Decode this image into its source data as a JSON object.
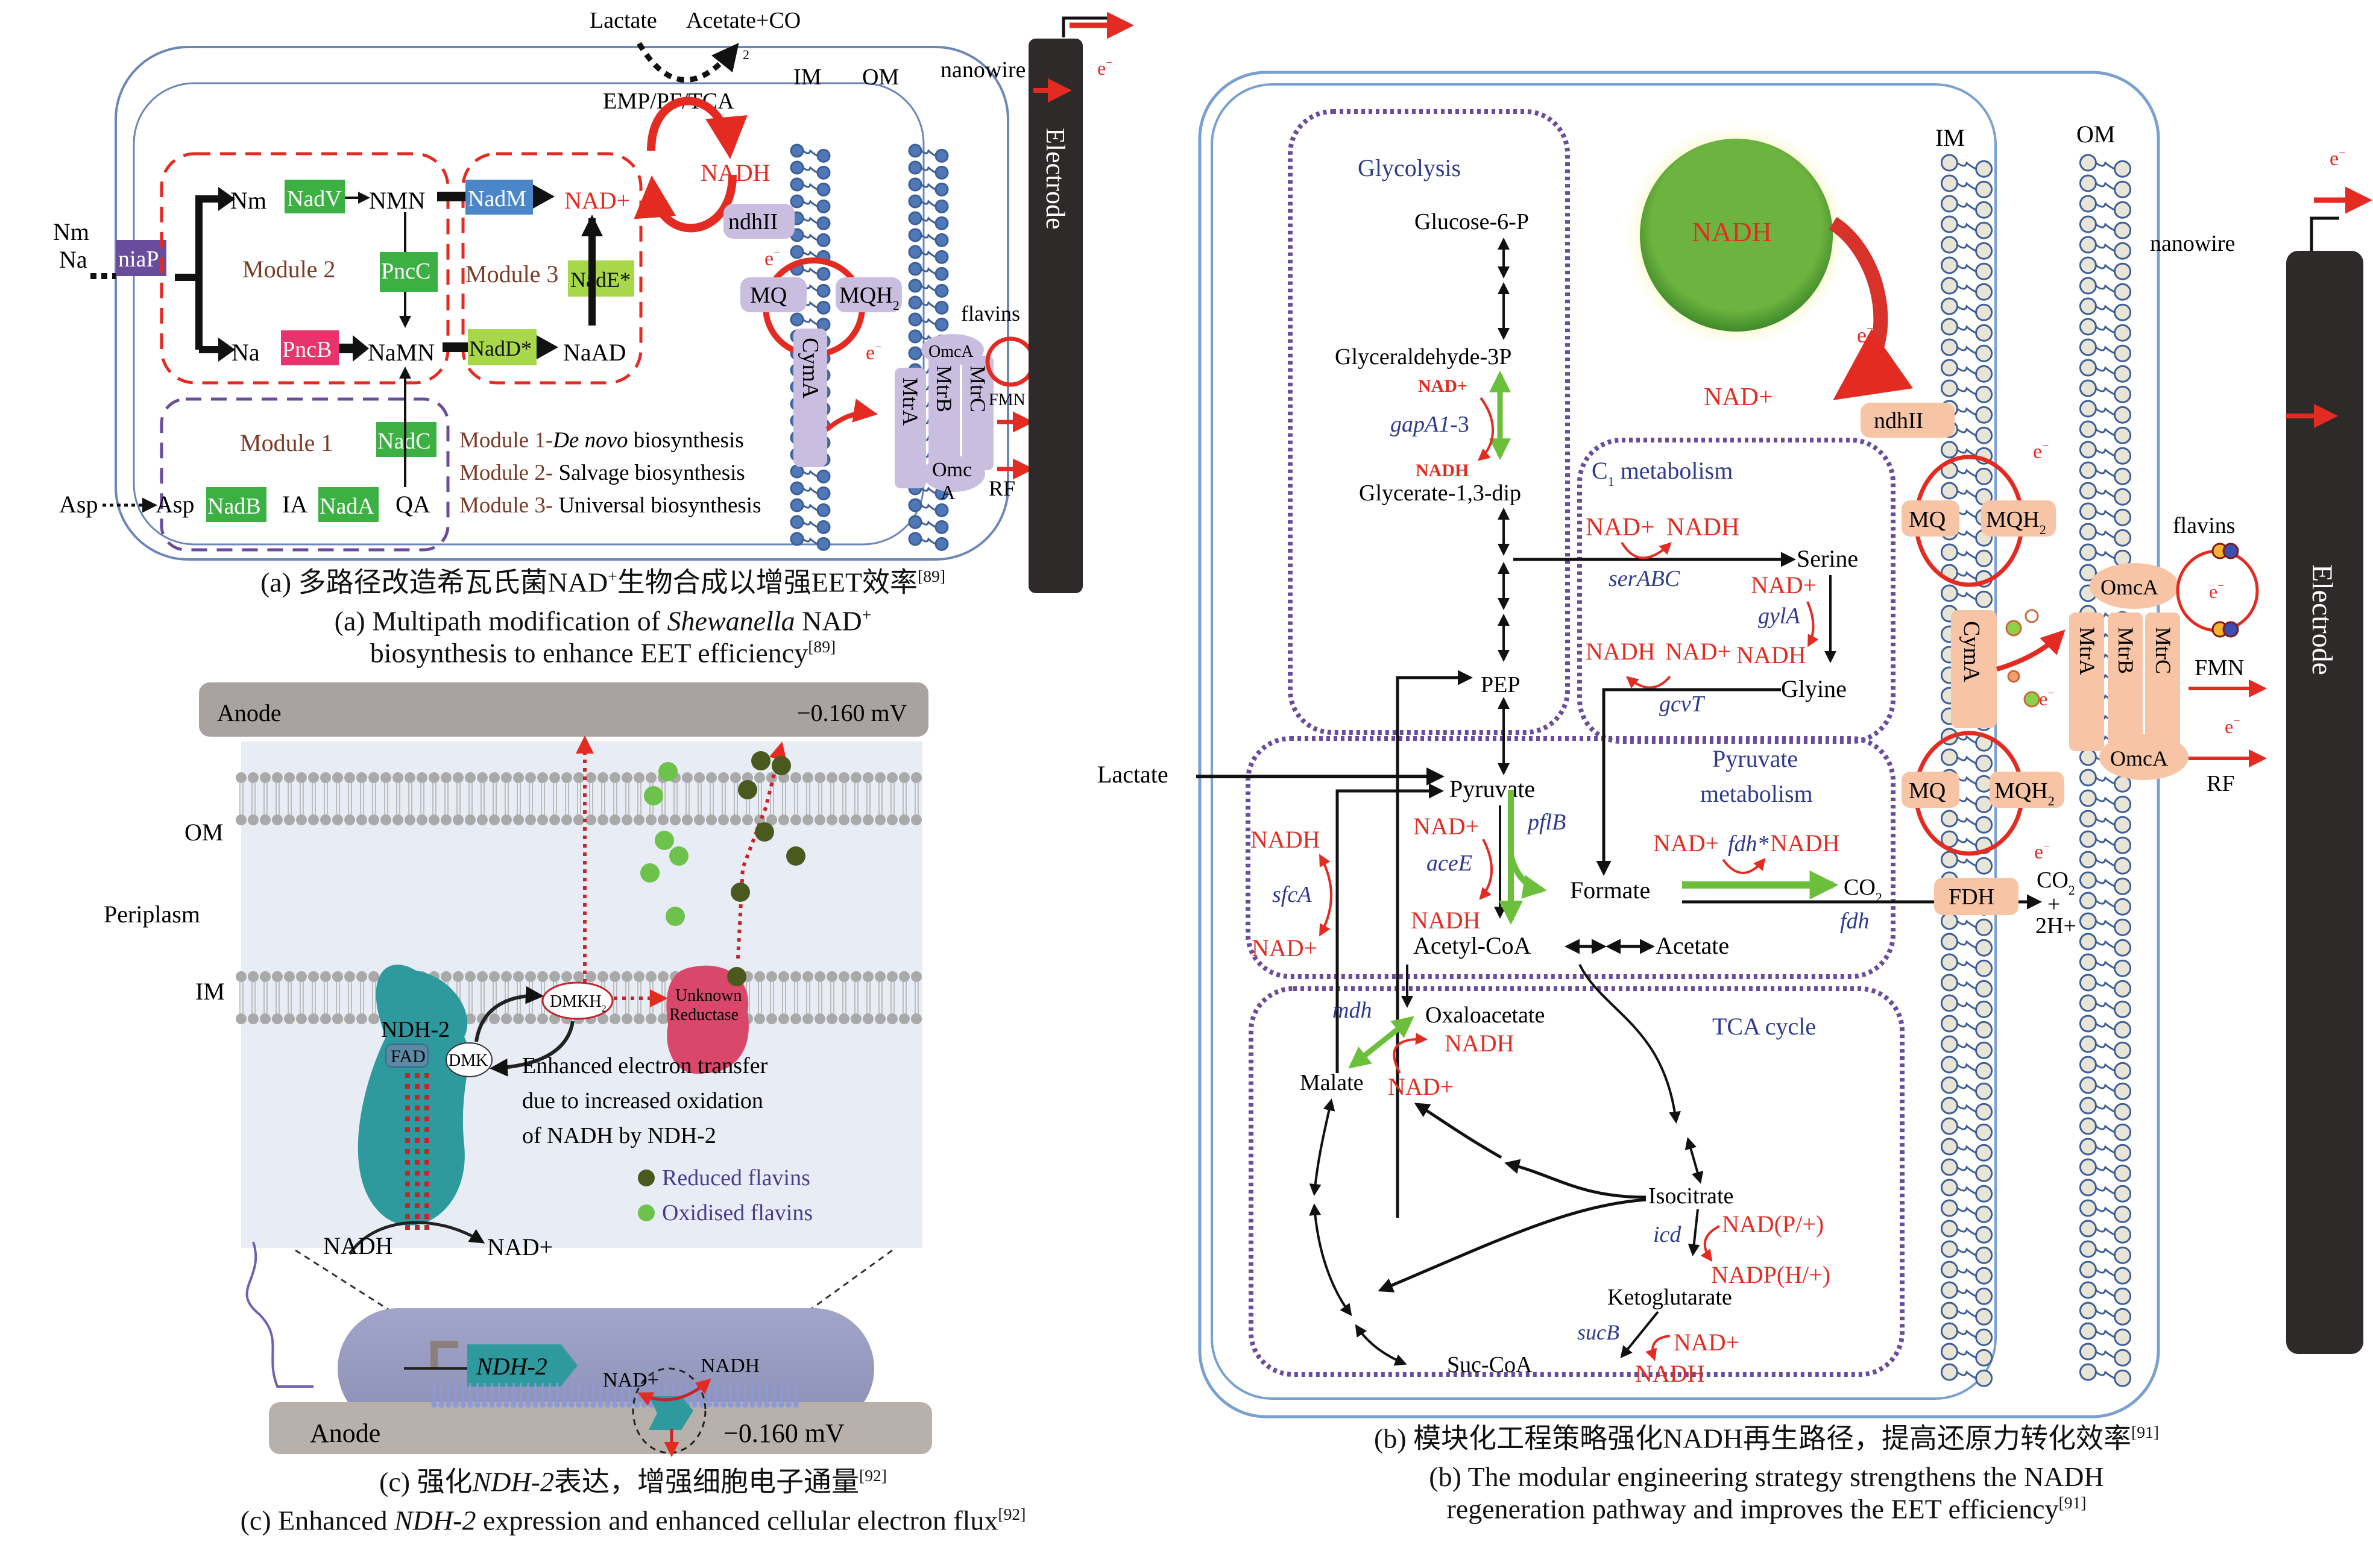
{
  "panel_a": {
    "top": {
      "lactate": "Lactate",
      "acetate_co2": "Acetate+CO",
      "co2_sub": "2",
      "emp": "EMP/PF/TCA"
    },
    "membranes": {
      "im": "IM",
      "om": "OM",
      "nanowire": "nanowire"
    },
    "inputs": {
      "nm": "Nm",
      "na": "Na",
      "asp_outer": "Asp"
    },
    "transporter": "niaP",
    "module_labels": {
      "m1": "Module 1",
      "m2": "Module 2",
      "m3": "Module 3"
    },
    "metabolites": {
      "nm": "Nm",
      "nmn": "NMN",
      "na": "Na",
      "namn": "NaMN",
      "nad_plus": "NAD+",
      "naad": "NaAD",
      "asp": "Asp",
      "ia": "IA",
      "qa": "QA",
      "nadh": "NADH"
    },
    "enzymes": [
      {
        "id": "nadv",
        "label": "NadV",
        "color": "#3cb043"
      },
      {
        "id": "pncb",
        "label": "PncB",
        "color": "#e8336d"
      },
      {
        "id": "pncc",
        "label": "PncC",
        "color": "#3cb043"
      },
      {
        "id": "nadm",
        "label": "NadM",
        "color": "#4a86c8"
      },
      {
        "id": "nade",
        "label": "NadE*",
        "color": "#a8d84a"
      },
      {
        "id": "nadd",
        "label": "NadD*",
        "color": "#a8d84a"
      },
      {
        "id": "nadc",
        "label": "NadC",
        "color": "#3cb043"
      },
      {
        "id": "nadb",
        "label": "NadB",
        "color": "#3cb043"
      },
      {
        "id": "nada",
        "label": "NadA",
        "color": "#3cb043"
      }
    ],
    "legend": [
      {
        "prefix": "Module 1-",
        "italic": "De novo",
        "suffix": " biosynthesis"
      },
      {
        "prefix": "Module 2-",
        "italic": "",
        "suffix": " Salvage biosynthesis"
      },
      {
        "prefix": "Module 3-",
        "italic": "",
        "suffix": " Universal biosynthesis"
      }
    ],
    "proteins": {
      "ndhii": "ndhII",
      "mq": "MQ",
      "mqh2": "MQH",
      "cyma": "CymA",
      "mtra": "MtrA",
      "mtrb": "MtrB",
      "mtrc": "MtrC",
      "omca_top": "OmcA",
      "omca_bottom": "Omc",
      "omca_bottom_a": "A"
    },
    "labels": {
      "flavins": "flavins",
      "fmn": "FMN",
      "rf": "RF",
      "electrode": "Electrode",
      "electron": "e",
      "electron_sup": "−"
    },
    "caption_zh": "(a) 多路径改造希瓦氏菌NAD",
    "caption_zh_sup": "+",
    "caption_zh_rest": "生物合成以增强EET效率",
    "caption_zh_ref": "[89]",
    "caption_en_1a": "(a) Multipath modification of ",
    "caption_en_1i": "Shewanella",
    "caption_en_1b": " NAD",
    "caption_en_1sup": "+",
    "caption_en_2": "biosynthesis to enhance EET efficiency",
    "caption_en_ref": "[89]"
  },
  "panel_c": {
    "anode_top": "Anode",
    "potential_top": "−0.160 mV",
    "om": "OM",
    "periplasm": "Periplasm",
    "im": "IM",
    "ndh2": "NDH-2",
    "fad": "FAD",
    "dmk": "DMK",
    "dmkh2": "DMKH",
    "dmkh2_sub": "2",
    "reductase_1": "Unknown",
    "reductase_2": "Reductase",
    "description": [
      "Enhanced electron transfer",
      "due to increased oxidation",
      "of NADH by NDH-2"
    ],
    "legend": [
      {
        "label": "Reduced flavins",
        "color": "#4a5a1f"
      },
      {
        "label": "Oxidised flavins",
        "color": "#6cc24a"
      }
    ],
    "nadh": "NADH",
    "nad_plus": "NAD+",
    "gene": "NDH-2",
    "cell_nad_plus": "NAD+",
    "cell_nadh": "NADH",
    "anode_bottom": "Anode",
    "potential_bottom": "−0.160 mV",
    "caption_zh_a": "(c)  强化",
    "caption_zh_i": "NDH-2",
    "caption_zh_b": "表达，增强细胞电子通量",
    "caption_zh_ref": "[92]",
    "caption_en_a": "(c) Enhanced ",
    "caption_en_i": "NDH-2",
    "caption_en_b": " expression and enhanced cellular electron flux",
    "caption_en_ref": "[92]"
  },
  "panel_b": {
    "modules": {
      "glycolysis": "Glycolysis",
      "c1": "C",
      "c1_sub": "1",
      "c1_rest": " metabolism",
      "pyruvate_1": "Pyruvate",
      "pyruvate_2": "metabolism",
      "tca": "TCA cycle"
    },
    "center_nadh": "NADH",
    "center_nad_plus": "NAD+",
    "metabolites": {
      "glucose6p": "Glucose-6-P",
      "gap": "Glyceraldehyde-3P",
      "g13dp": "Glycerate-1,3-dip",
      "pep": "PEP",
      "lactate": "Lactate",
      "pyruvate": "Pyruvate",
      "formate": "Formate",
      "co2": "CO",
      "acetylcoa": "Acetyl-CoA",
      "acetate": "Acetate",
      "serine": "Serine",
      "glyine": "Glyine",
      "oxaloacetate": "Oxaloacetate",
      "malate": "Malate",
      "isocitrate": "Isocitrate",
      "ketoglutarate": "Ketoglutarate",
      "succoa": "Suc-CoA"
    },
    "genes": {
      "gapa": "gapA1",
      "gapa_rest": "-3",
      "serabc": "serABC",
      "gyla": "gylA",
      "gcvt": "gcvT",
      "pflb": "pflB",
      "acee": "aceE",
      "sfca": "sfcA",
      "fdh_star": "fdh*",
      "fdh": "fdh",
      "mdh": "mdh",
      "icd": "icd",
      "sucb": "sucB"
    },
    "cofactors": {
      "gap_nad": "NAD+",
      "gap_nadh": "NADH",
      "ser_nad": "NAD+",
      "ser_nadh": "NADH",
      "gly_nad": "NAD+",
      "gly_nadh": "NADH",
      "gcv_nadh": "NADH",
      "gcv_nad": "NAD+",
      "ace_nad": "NAD+",
      "ace_nadh": "NADH",
      "sfc_nadh": "NADH",
      "sfc_nad": "NAD+",
      "fdh_nad": "NAD+",
      "fdh_nadh": "NADH",
      "mdh_nadh": "NADH",
      "mdh_nad": "NAD+",
      "icd_in": "NAD(P/+)",
      "icd_out": "NADP(H/+)",
      "suc_nad": "NAD+",
      "suc_nadh": "NADH"
    },
    "membrane": {
      "im": "IM",
      "om": "OM",
      "nanowire": "nanowire",
      "flavins": "flavins",
      "fmn": "FMN",
      "rf": "RF",
      "electrode": "Electrode"
    },
    "proteins": {
      "ndhii": "ndhII",
      "mq": "MQ",
      "mqh2": "MQH",
      "cyma": "CymA",
      "mtra": "MtrA",
      "mtrb": "MtrB",
      "mtrc": "MtrC",
      "omca": "OmcA",
      "fdh": "FDH"
    },
    "fdh_products": {
      "co2": "CO",
      "plus": "+",
      "h": "2H+"
    },
    "caption_zh": "(b)  模块化工程策略强化NADH再生路径，提高还原力转化效率",
    "caption_zh_ref": "[91]",
    "caption_en_1": "(b) The modular engineering strategy strengthens the NADH",
    "caption_en_2": "regeneration pathway and improves the EET efficiency",
    "caption_en_ref": "[91]"
  },
  "colors": {
    "red": "#e32b22",
    "navy": "#2e3a8c",
    "purple_dash": "#6a4c9c",
    "membrane_blue": "#3d5f96",
    "protein_lilac": "#c9bedf",
    "protein_peach": "#f7c4a6",
    "electrode": "#2e2a2a",
    "green_arrow": "#6cbf3a"
  }
}
